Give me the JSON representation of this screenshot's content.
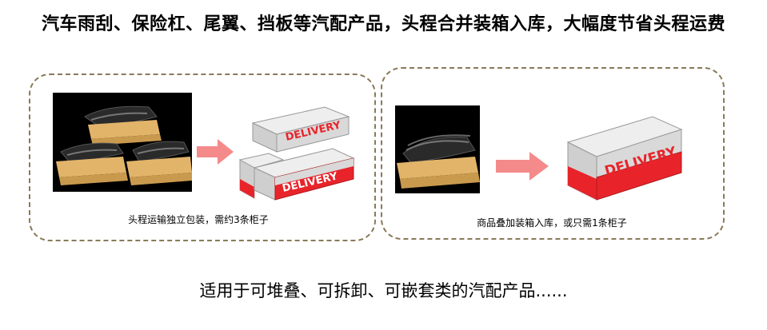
{
  "title": "汽车雨刮、保险杠、尾翼、挡板等汽配产品，头程合并装箱入库，大幅度节省头程运费",
  "left_panel": {
    "caption": "头程运输独立包装，需约3条柜子",
    "container_label": "DELIVERY"
  },
  "right_panel": {
    "caption": "商品叠加装箱入库，或只需1条柜子",
    "container_label": "DELIVERY"
  },
  "footer": "适用于可堆叠、可拆卸、可嵌套类的汽配产品......",
  "colors": {
    "arrow": "#f58a8a",
    "container_red": "#e8242a",
    "container_gray": "#d9d9d9",
    "box": "#e2b46a",
    "panel_border": "#8a7a5a"
  }
}
